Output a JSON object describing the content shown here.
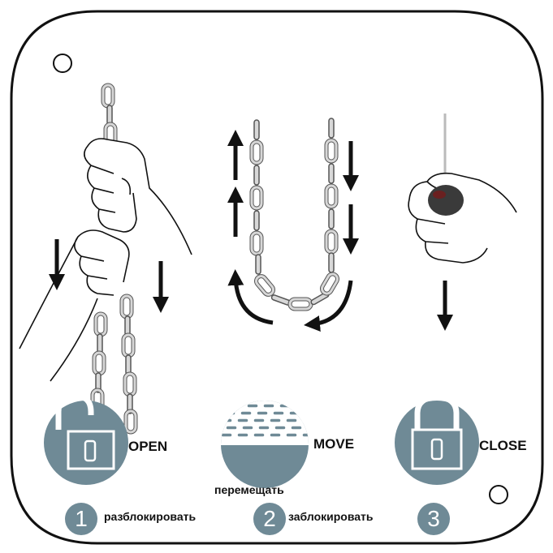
{
  "labels": {
    "open": "OPEN",
    "move": "MOVE",
    "close": "CLOSE",
    "move_ru": "перемещать",
    "unlock_ru": "разблокировать",
    "lock_ru": "заблокировать"
  },
  "steps": [
    "1",
    "2",
    "3"
  ],
  "icons": {
    "open": "unlocked-padlock-icon",
    "move": "chain-pile-icon",
    "close": "locked-padlock-icon"
  },
  "colors": {
    "icon_fill": "#6f8a96",
    "chain": "#c8c8c8",
    "arrow": "#111111",
    "panel_border": "#111111"
  }
}
